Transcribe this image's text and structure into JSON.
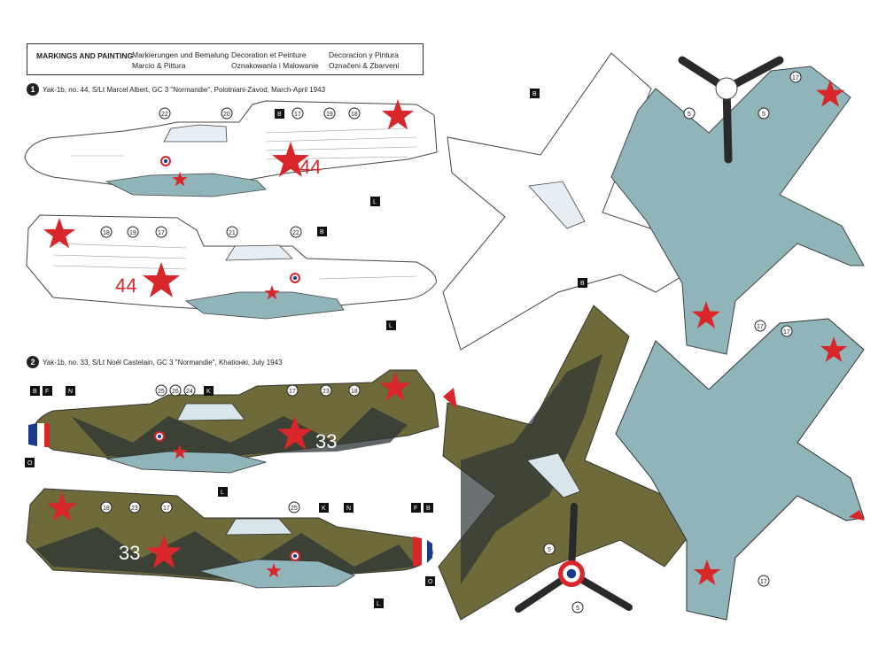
{
  "header": {
    "main": "MARKINGS AND PAINTING",
    "de_1": "Markierungen und Bemalung",
    "de_2": "Marcio & Pittura",
    "fr_1": "Decoration et Peinture",
    "fr_2": "Oznakowania i Malowanie",
    "es_1": "Decoracion y Pintura",
    "es_2": "Označeni & Zbarveni"
  },
  "scheme1": {
    "number": "1",
    "caption": "Yak-1b, no. 44, S/Lt Marcel Albert, GC 3 \"Normandie\", Polotniani-Zavod, March-April 1943",
    "fuselage_number": "44"
  },
  "scheme2": {
    "number": "2",
    "caption": "Yak-1b, no. 33, S/Lt Noël Castelain, GC 3 \"Normandie\", Khatiонki, July 1943",
    "fuselage_number": "33"
  },
  "callouts": {
    "c22": "22",
    "c20": "20",
    "c17": "17",
    "c19": "19",
    "c18": "18",
    "c21": "21",
    "c25": "25",
    "c26": "26",
    "c24": "24",
    "c23": "23",
    "c5": "5",
    "B": "B",
    "L": "L",
    "F": "F",
    "N": "N",
    "K": "K",
    "O": "O"
  },
  "colors": {
    "white_camo": "#ffffff",
    "underside_blue": "#8fb5ba",
    "olive": "#6e6a3a",
    "dark_grey": "#2c3436",
    "red_star": "#d8262b",
    "roundel_blue": "#1a3a8c"
  }
}
